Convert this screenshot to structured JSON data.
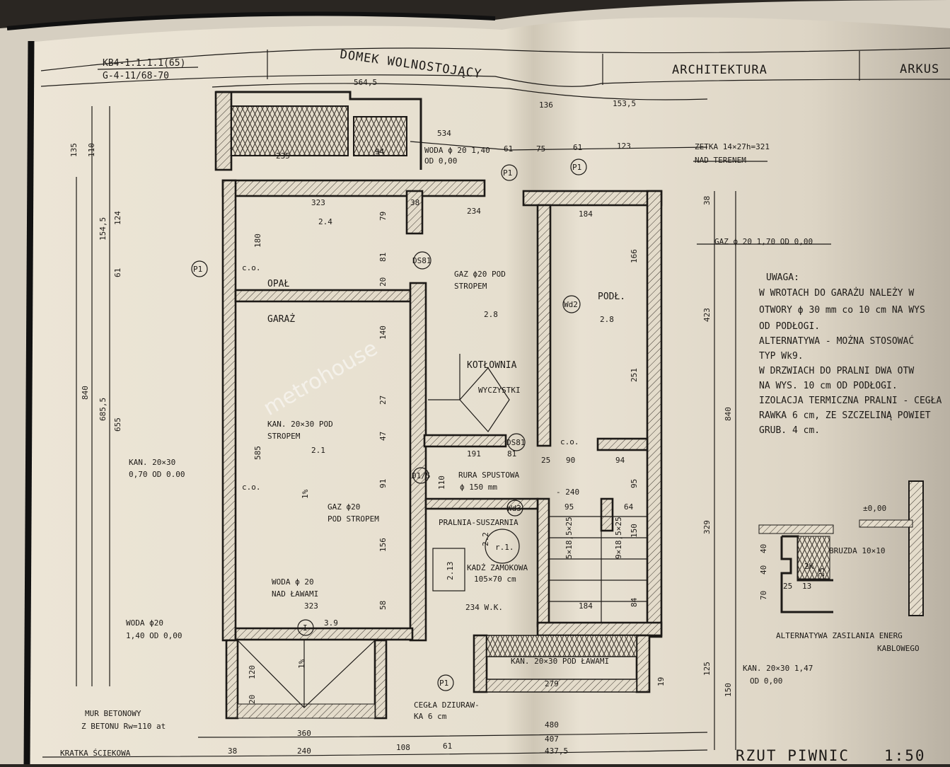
{
  "title_block": {
    "code_top": "KB4-1.1.1.1(65)",
    "code_bottom": "G-4-11/68-70",
    "project": "DOMEK WOLNOSTOJĄCY",
    "discipline": "ARCHITEKTURA",
    "sheet": "ARKUS"
  },
  "watermark": "metrohouse",
  "rooms": {
    "opal": "OPAŁ",
    "garaz": "GARAŻ",
    "kotlownia": "KOTŁOWNIA",
    "podl": "PODŁ.",
    "pralnia": "PRALNIA-SUSZARNIA",
    "wycistki": "WYCZYSTKI"
  },
  "annotations": {
    "woda_top_1": "WODA ϕ 20 1,40",
    "woda_top_2": "OD 0,00",
    "zetka_1": "ZETKA 14×27h=321",
    "zetka_2": "NAD TERENEM",
    "gaz_right": "GAZ ϕ 20 1,70 OD 0,00",
    "gaz_kot_1": "GAZ ϕ20 POD",
    "gaz_kot_2": "STROPEM",
    "kan_garage_1": "KAN. 20×30 POD",
    "kan_garage_2": "STROPEM",
    "kan_left_1": "KAN. 20×30",
    "kan_left_2": "0,70 OD 0.00",
    "gaz_garage_1": "GAZ ϕ20",
    "gaz_garage_2": "POD STROPEM",
    "woda_lawy_1": "WODA ϕ 20",
    "woda_lawy_2": "NAD ŁAWAMI",
    "woda_left_1": "WODA ϕ20",
    "woda_left_2": "1,40 OD 0,00",
    "rura_1": "RURA SPUSTOWA",
    "rura_2": "ϕ 150 mm",
    "kadz_1": "KADŹ ZAMOKOWA",
    "kadz_2": "105×70 cm",
    "kan_lawami": "KAN. 20×30 POD ŁAWAMI",
    "cegla_1": "CEGŁA DZIURAW-",
    "cegla_2": "KA 6 cm",
    "mur_1": "MUR BETONOWY",
    "mur_2": "Z BETONU Rw=110 at",
    "kratka": "KRATKA ŚCIEKOWA",
    "kan_right_1": "KAN. 20×30 1,47",
    "kan_right_2": "OD 0,00",
    "bruzda": "BRUZDA 10×10",
    "zero": "±0,00",
    "alt_1": "ALTERNATYWA ZASILANIA ENERG",
    "alt_2": "KABLOWEGO",
    "co": "c.o.",
    "level_minus": "- 240",
    "fi": "r.1."
  },
  "markers": [
    "P1",
    "P1",
    "P1",
    "P1",
    "DS81",
    "DS81",
    "Wd2",
    "Wd3",
    "D1/5",
    "I"
  ],
  "notes": {
    "heading": "UWAGA:",
    "lines": [
      "W WROTACH DO GARAŻU NALEŻY W",
      "OTWORY ϕ 30 mm co 10 cm NA WYS",
      "OD PODŁOGI.",
      "ALTERNATYWA - MOŻNA STOSOWAĆ",
      "TYP Wk9.",
      "W DRZWIACH DO PRALNI DWA OTW",
      "NA WYS. 10 cm OD PODŁOGI.",
      "IZOLACJA TERMICZNA PRALNI - CEGŁA",
      "RAWKA 6 cm, ZE SZCZELINĄ POWIET",
      "GRUB. 4 cm."
    ]
  },
  "drawing_title": {
    "name": "RZUT PIWNIC",
    "scale": "1:50"
  },
  "dimensions": {
    "top_total": "564,5",
    "d136": "136",
    "d153": "153,5",
    "d534": "534",
    "d235": "235",
    "d94": "94",
    "d25a": "25",
    "d61": "61",
    "d75": "75",
    "d61b": "61",
    "d123": "123",
    "d323": "323",
    "d234": "234",
    "d184": "184",
    "d38": "38",
    "d79": "79",
    "d180": "180",
    "d81": "81",
    "d20": "20",
    "d140": "140",
    "d585": "585",
    "d156": "156",
    "d58": "58",
    "d323b": "323",
    "d191": "191",
    "d81b": "81",
    "d90": "90",
    "d94b": "94",
    "d95": "95",
    "d95b": "95",
    "d64": "64",
    "d150": "150",
    "d166": "166",
    "d251": "251",
    "d110": "110",
    "d91": "91",
    "d47": "47",
    "d27": "27",
    "d234b": "234 W.K.",
    "d184b": "184",
    "d84": "84",
    "d279": "279",
    "d360": "360",
    "d480": "480",
    "d407": "407",
    "d437": "437,5",
    "d240": "240",
    "d108": "108",
    "d38b": "38",
    "d61c": "61",
    "d120": "120",
    "d20b": "20",
    "d19": "19",
    "left_840": "840",
    "left_685": "685,5",
    "left_655": "655",
    "left_154": "154,5",
    "left_124": "124",
    "left_135": "135",
    "left_110": "110",
    "left_61": "61",
    "right_423": "423",
    "right_840": "840",
    "right_329": "329",
    "right_125": "125",
    "right_150": "150",
    "right_38": "38",
    "lvl_24": "2.4",
    "lvl_28a": "2.8",
    "lvl_28b": "2.8",
    "lvl_21": "2.1",
    "lvl_39": "3.9",
    "lvl_22": "2.2",
    "slope1": "1%",
    "slope2": "1%",
    "d213": "2.13",
    "st1": "5×18,5×25",
    "st2": "9×18,5×25",
    "det40a": "40",
    "det40b": "40",
    "det70": "70",
    "det25": "25",
    "det13": "13",
    "det125": "125",
    "det2k": "2K"
  }
}
